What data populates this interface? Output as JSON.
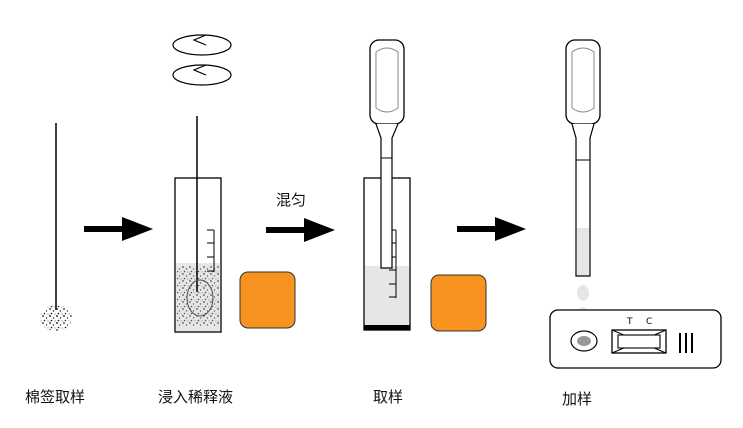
{
  "steps": [
    {
      "label": "棉签取样"
    },
    {
      "label": "浸入稀释液"
    },
    {
      "label": "取样"
    },
    {
      "label": "加样"
    }
  ],
  "mix_label": "混匀",
  "cassette": {
    "t_label": "T",
    "c_label": "C"
  },
  "colors": {
    "orange_pad": "#F7931E",
    "liquid": "#E6E6E6",
    "outline": "#000000",
    "arrow": "#000000"
  },
  "icons": [
    "swab-icon",
    "rotation-arrow-icon",
    "tube-icon",
    "dropper-icon",
    "test-cassette-icon"
  ]
}
